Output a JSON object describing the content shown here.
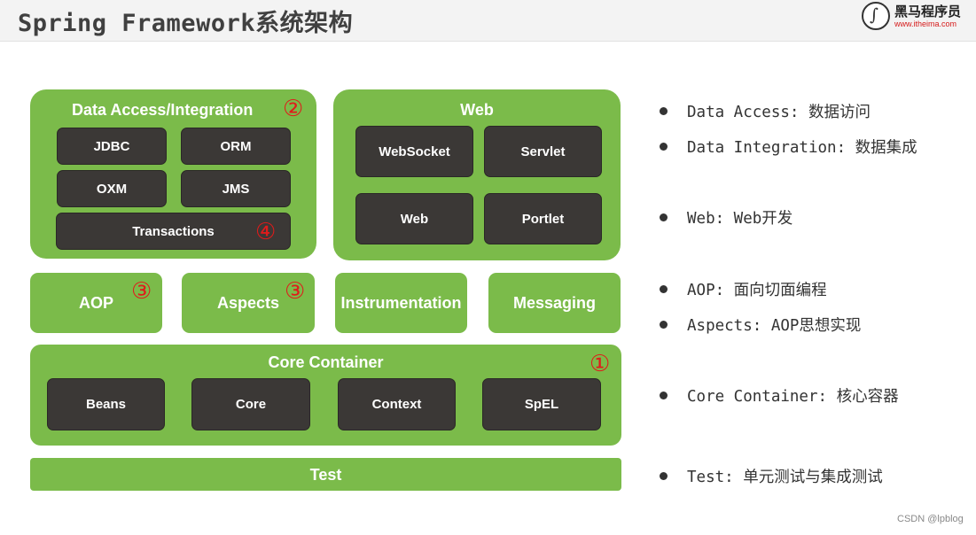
{
  "header": {
    "title": "Spring Framework系统架构",
    "logo": {
      "icon": "itheima-logo-icon",
      "name": "黑马程序员",
      "url": "www.itheima.com"
    }
  },
  "diagram": {
    "data_access": {
      "title": "Data Access/Integration",
      "marker": "②",
      "modules": [
        "JDBC",
        "ORM",
        "OXM",
        "JMS"
      ],
      "transactions": "Transactions",
      "transactions_marker": "④"
    },
    "web": {
      "title": "Web",
      "modules": [
        "WebSocket",
        "Servlet",
        "Web",
        "Portlet"
      ]
    },
    "middle": {
      "aop": "AOP",
      "aop_marker": "③",
      "aspects": "Aspects",
      "aspects_marker": "③",
      "instrumentation": "Instrumentation",
      "messaging": "Messaging"
    },
    "core": {
      "title": "Core Container",
      "marker": "①",
      "modules": [
        "Beans",
        "Core",
        "Context",
        "SpEL"
      ]
    },
    "test": "Test",
    "colors": {
      "green": "#7bbb4a",
      "dark": "#3b3836",
      "marker": "#e01b1b"
    }
  },
  "notes": [
    "Data Access: 数据访问",
    "Data Integration: 数据集成",
    "Web: Web开发",
    "AOP: 面向切面编程",
    "Aspects: AOP思想实现",
    "Core Container: 核心容器",
    "Test: 单元测试与集成测试"
  ],
  "watermark": "CSDN @lpblog"
}
